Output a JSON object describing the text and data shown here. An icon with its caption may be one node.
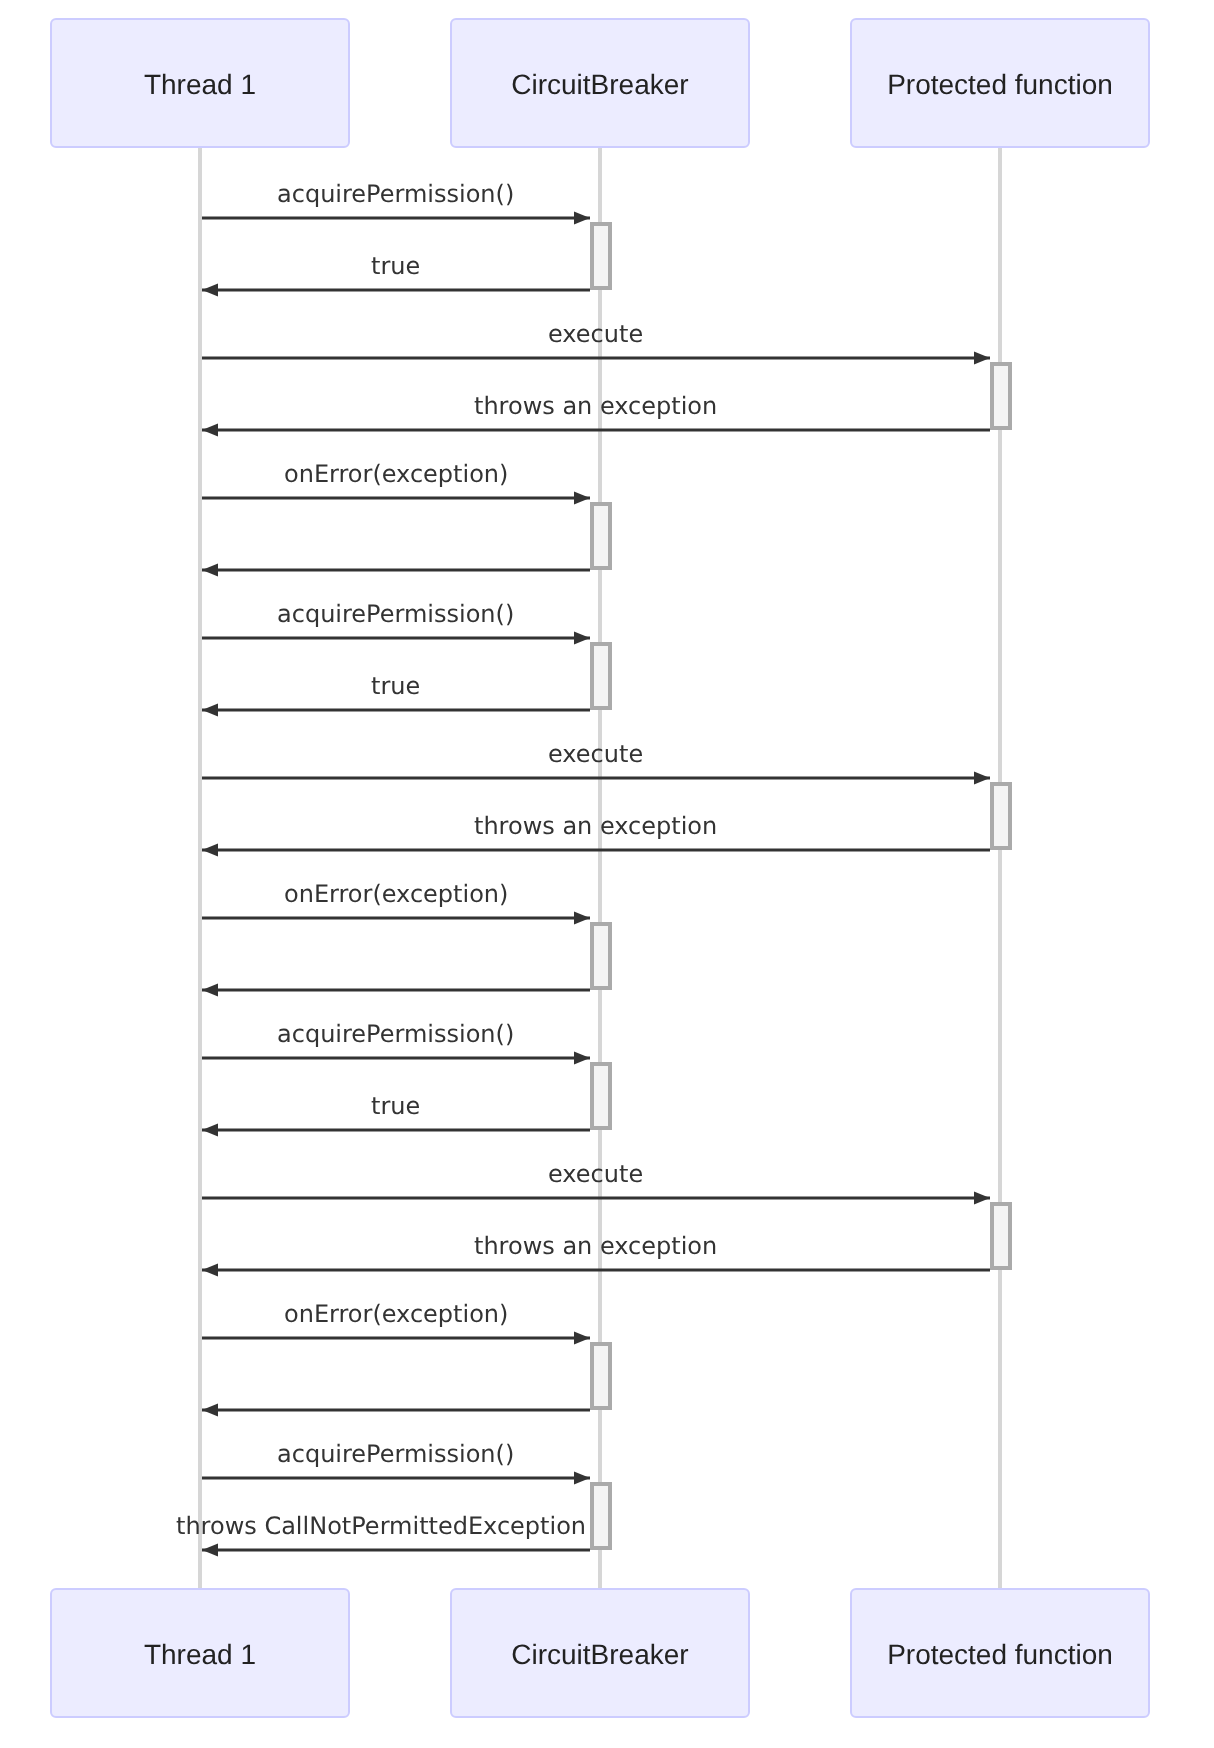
{
  "diagram": {
    "nodes": [
      {
        "text": [
          "Thread 1"
        ]
      },
      {
        "text": [
          "CircuitBreaker"
        ]
      },
      {
        "text": [
          "Protected function"
        ]
      },
      {
        "text": [],
        "shape": "line"
      },
      {
        "text": [],
        "shape": "line"
      },
      {
        "text": [],
        "shape": "line"
      },
      {
        "text": [],
        "shape": "bar"
      },
      {
        "text": [],
        "shape": "bar"
      },
      {
        "text": [],
        "shape": "bar"
      },
      {
        "text": [],
        "shape": "bar"
      },
      {
        "text": [],
        "shape": "bar"
      },
      {
        "text": [],
        "shape": "bar"
      },
      {
        "text": [],
        "shape": "bar"
      },
      {
        "text": [],
        "shape": "bar"
      },
      {
        "text": [],
        "shape": "bar"
      },
      {
        "text": [],
        "shape": "bar"
      },
      {
        "text": [
          "Thread 1"
        ]
      },
      {
        "text": [
          "CircuitBreaker"
        ]
      },
      {
        "text": [
          "Protected function"
        ]
      }
    ],
    "edges": [
      {
        "from": 3,
        "to": 6,
        "arrow": "to",
        "label": "acquirePermission()"
      },
      {
        "from": 6,
        "to": 3,
        "arrow": "to",
        "label": "true"
      },
      {
        "from": 3,
        "to": 7,
        "arrow": "to",
        "label": "execute"
      },
      {
        "from": 7,
        "to": 3,
        "arrow": "to",
        "label": "throws an exception"
      },
      {
        "from": 3,
        "to": 8,
        "arrow": "to",
        "label": "onError(exception)"
      },
      {
        "from": 8,
        "to": 3,
        "arrow": "to"
      },
      {
        "from": 3,
        "to": 9,
        "arrow": "to",
        "label": "acquirePermission()"
      },
      {
        "from": 9,
        "to": 3,
        "arrow": "to",
        "label": "true"
      },
      {
        "from": 3,
        "to": 10,
        "arrow": "to",
        "label": "execute"
      },
      {
        "from": 10,
        "to": 3,
        "arrow": "to",
        "label": "throws an exception"
      },
      {
        "from": 3,
        "to": 11,
        "arrow": "to",
        "label": "onError(exception)"
      },
      {
        "from": 11,
        "to": 3,
        "arrow": "to"
      },
      {
        "from": 3,
        "to": 12,
        "arrow": "to",
        "label": "acquirePermission()"
      },
      {
        "from": 12,
        "to": 3,
        "arrow": "to",
        "label": "true"
      },
      {
        "from": 3,
        "to": 13,
        "arrow": "to",
        "label": "execute"
      },
      {
        "from": 13,
        "to": 3,
        "arrow": "to",
        "label": "throws an exception"
      },
      {
        "from": 3,
        "to": 14,
        "arrow": "to",
        "label": "onError(exception)"
      },
      {
        "from": 14,
        "to": 3,
        "arrow": "to"
      },
      {
        "from": 3,
        "to": 15,
        "arrow": "to",
        "label": "acquirePermission()"
      },
      {
        "from": 15,
        "to": 3,
        "arrow": "to",
        "label": "throws CallNotPermittedException"
      }
    ]
  }
}
